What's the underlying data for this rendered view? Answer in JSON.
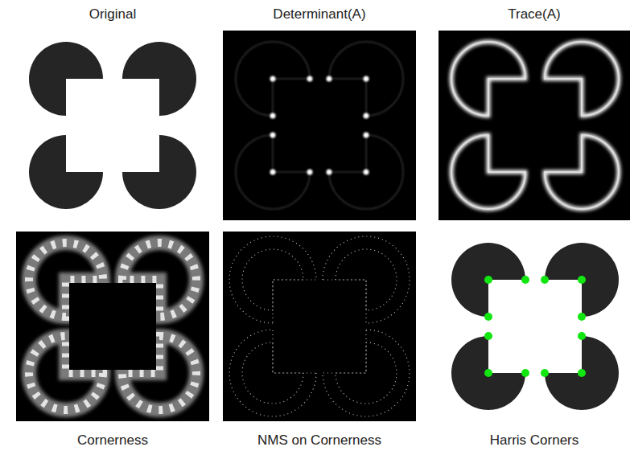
{
  "diagram": {
    "labels": [
      "Original",
      "Determinant(A)",
      "Trace(A)",
      "Cornerness",
      "NMS on Cornerness",
      "Harris Corners"
    ]
  }
}
